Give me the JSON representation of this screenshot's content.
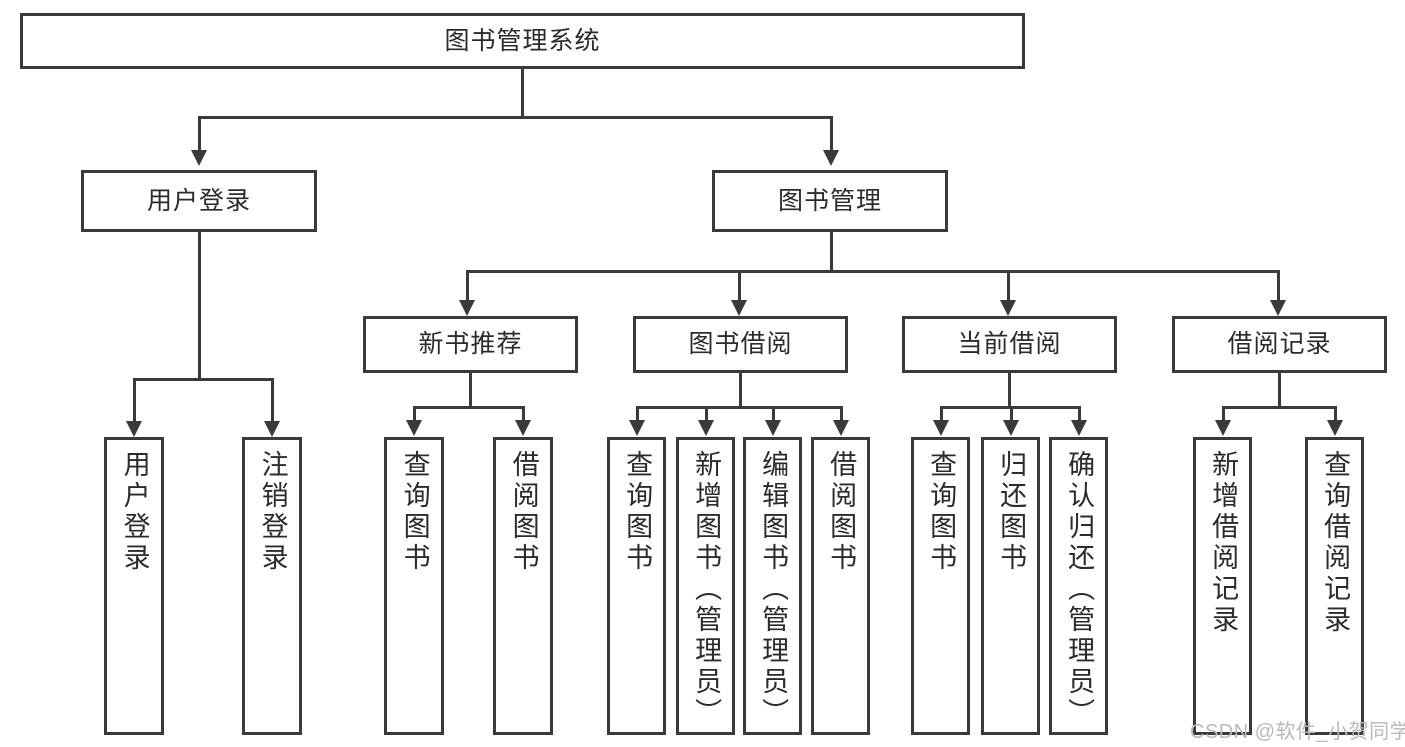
{
  "diagram": {
    "type": "tree-hierarchy-chart",
    "title": "图书管理系统",
    "levels": 4,
    "root": {
      "label": "图书管理系统"
    },
    "level2": [
      {
        "label": "用户登录"
      },
      {
        "label": "图书管理"
      }
    ],
    "level3": [
      {
        "label": "新书推荐"
      },
      {
        "label": "图书借阅"
      },
      {
        "label": "当前借阅"
      },
      {
        "label": "借阅记录"
      }
    ],
    "leaves": {
      "user_login": [
        {
          "label": "用户登录"
        },
        {
          "label": "注销登录"
        }
      ],
      "new_book_recommend": [
        {
          "label": "查询图书"
        },
        {
          "label": "借阅图书"
        }
      ],
      "book_borrow": [
        {
          "label": "查询图书"
        },
        {
          "label": "新增图书（管理员）"
        },
        {
          "label": "编辑图书（管理员）"
        },
        {
          "label": "借阅图书"
        }
      ],
      "current_borrow": [
        {
          "label": "查询图书"
        },
        {
          "label": "归还图书"
        },
        {
          "label": "确认归还（管理员）"
        }
      ],
      "borrow_record": [
        {
          "label": "新增借阅记录"
        },
        {
          "label": "查询借阅记录"
        }
      ]
    }
  },
  "watermark": {
    "text": "CSDN @软件_小贺同学"
  },
  "colors": {
    "stroke": "#3a3a3a",
    "text": "#2b2b2b",
    "background": "#ffffff",
    "watermark": "#b9b9b9"
  }
}
